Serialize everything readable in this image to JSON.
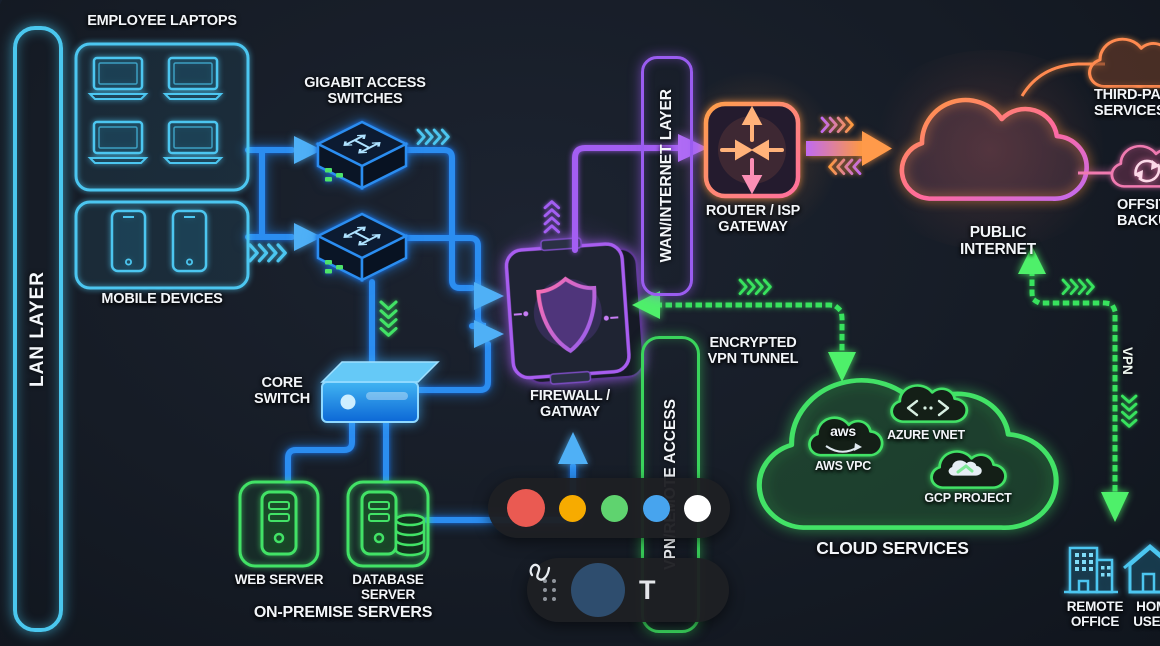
{
  "diagram": {
    "layers": {
      "lan": "LAN LAYER",
      "wan": "WAN/INTERNET LAYER",
      "remote_access": "VPN/REMOTE ACCESS"
    },
    "nodes": {
      "employee_laptops": "EMPLOYEE LAPTOPS",
      "mobile_devices": "MOBILE DEVICES",
      "gigabit_switches": "GIGABIT ACCESS\nSWITCHES",
      "core_switch": "CORE\nSWITCH",
      "web_server": "WEB SERVER",
      "database_server": "DATABASE\nSERVER",
      "on_premise": "ON-PREMISE SERVERS",
      "firewall": "FIREWALL /\nGATWAY",
      "router": "ROUTER / ISP\nGATEWAY",
      "public_internet": "PUBLIC\nINTERNET",
      "third_party": "THIRD-PARTY\nSERVICES",
      "offsite_backup": "OFFSITE\nBACKUP",
      "cloud_services": "CLOUD SERVICES",
      "aws_vpc": "AWS VPC",
      "azure_vnet": "AZURE VNET",
      "gcp_project": "GCP PROJECT",
      "aws_logo": "aws",
      "remote_office": "REMOTE\nOFFICE",
      "home_users": "HOME\nUSERS"
    },
    "edges": {
      "encrypted_vpn_tunnel": "ENCRYPTED\nVPN TUNNEL",
      "vpn": "VPN"
    },
    "colors": {
      "cyan": "#4ac7ee",
      "blue": "#2b8df0",
      "green": "#42e266",
      "purple": "#a35ef2",
      "orange": "#ff9440",
      "pink": "#f472b6"
    }
  },
  "annotation_toolbar": {
    "colors": [
      {
        "name": "red",
        "hex": "#ea5a52",
        "selected": true
      },
      {
        "name": "yellow",
        "hex": "#f7ab00",
        "selected": false
      },
      {
        "name": "green",
        "hex": "#5fd36f",
        "selected": false
      },
      {
        "name": "blue",
        "hex": "#47a4ee",
        "selected": false
      },
      {
        "name": "white",
        "hex": "#ffffff",
        "selected": false
      }
    ],
    "tools": {
      "drag_handle": "drag-handle",
      "pen": "pen",
      "text_tool_label": "T"
    },
    "active_tool": "pen"
  }
}
